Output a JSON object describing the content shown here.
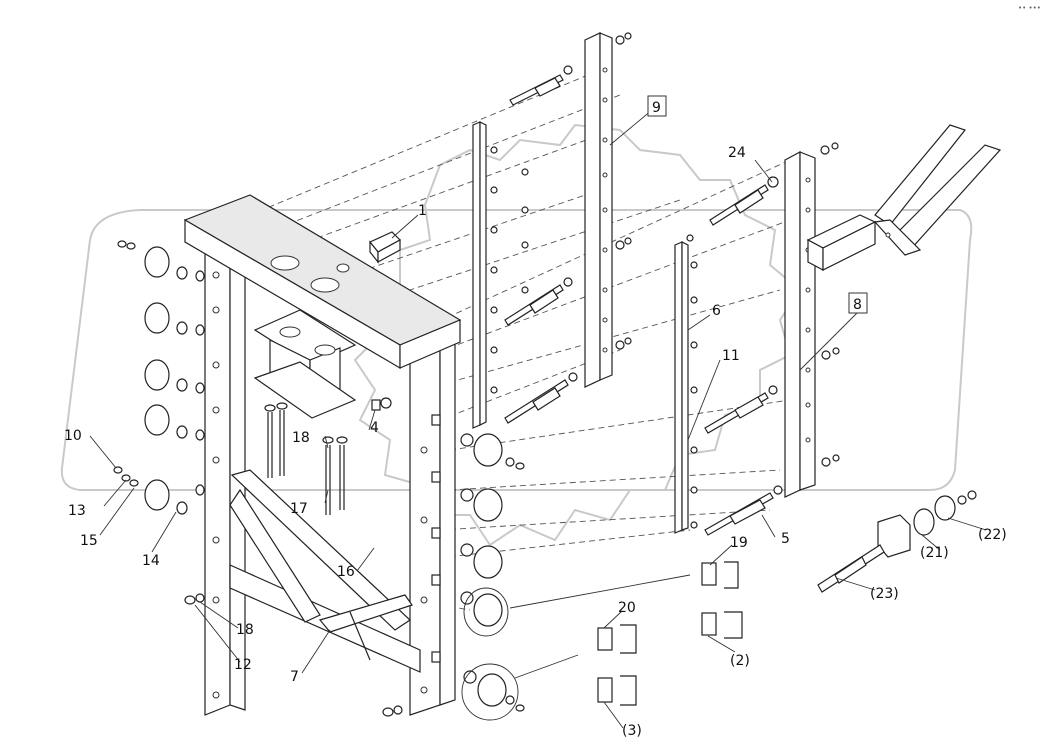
{
  "corner_mark": "•• •••",
  "callouts": [
    {
      "id": "c1",
      "text": "1"
    },
    {
      "id": "c4",
      "text": "4"
    },
    {
      "id": "c5",
      "text": "5"
    },
    {
      "id": "c6",
      "text": "6"
    },
    {
      "id": "c7",
      "text": "7"
    },
    {
      "id": "c8",
      "text": "8"
    },
    {
      "id": "c9",
      "text": "9"
    },
    {
      "id": "c10",
      "text": "10"
    },
    {
      "id": "c11",
      "text": "11"
    },
    {
      "id": "c12",
      "text": "12"
    },
    {
      "id": "c13",
      "text": "13"
    },
    {
      "id": "c14",
      "text": "14"
    },
    {
      "id": "c15",
      "text": "15"
    },
    {
      "id": "c16",
      "text": "16"
    },
    {
      "id": "c17",
      "text": "17"
    },
    {
      "id": "c18a",
      "text": "18"
    },
    {
      "id": "c18b",
      "text": "18"
    },
    {
      "id": "c19",
      "text": "19"
    },
    {
      "id": "c20",
      "text": "20"
    },
    {
      "id": "c21",
      "text": "(21)"
    },
    {
      "id": "c22",
      "text": "(22)"
    },
    {
      "id": "c23",
      "text": "(23)"
    },
    {
      "id": "c24",
      "text": "24"
    },
    {
      "id": "c2",
      "text": "(2)"
    },
    {
      "id": "c3",
      "text": "(3)"
    }
  ]
}
